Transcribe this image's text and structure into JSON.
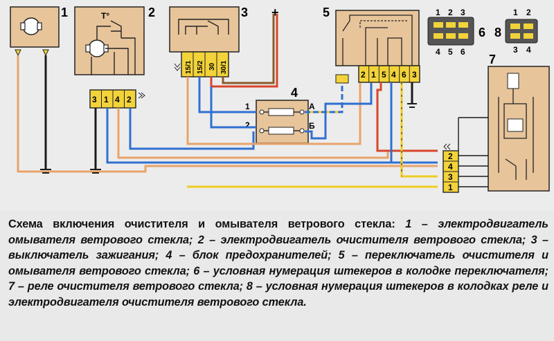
{
  "diagram": {
    "components": {
      "c1": "1",
      "c2": "2",
      "c3": "3",
      "c4": "4",
      "c5": "5",
      "c6": "6",
      "c7": "7",
      "c8": "8"
    },
    "motor2_temp_label": "T°",
    "plug2_pins": [
      "3",
      "1",
      "4",
      "2"
    ],
    "switch3_pins": [
      "15/1",
      "15/2",
      "30",
      "30/1"
    ],
    "fuse_inputs": [
      "1",
      "2"
    ],
    "fuse_outputs": [
      "А",
      "Б"
    ],
    "plug5_pins": [
      "2",
      "1",
      "5",
      "4",
      "6",
      "3"
    ],
    "relay7_pins": [
      "2",
      "4",
      "3",
      "1"
    ],
    "plug6_top": [
      "1",
      "2",
      "3"
    ],
    "plug6_bottom": [
      "4",
      "5",
      "6"
    ],
    "plug8_top": [
      "1",
      "2"
    ],
    "plug8_bottom": [
      "3",
      "4"
    ],
    "plus_sign": "+",
    "colors": {
      "box_fill": "#e7c49a",
      "plug_fill": "#f2d33a",
      "wire_blue": "#2f6fd1",
      "wire_orange": "#e8a36b",
      "wire_red": "#d8452b",
      "wire_brown": "#8a5a2e",
      "wire_yellow": "#f0cc22",
      "wire_black": "#1a1a1a"
    }
  },
  "caption": {
    "lead": "Схема включения очистителя и омывателя ветрового стекла:",
    "desc": "1 – электродвигатель омывателя ветрового стекла; 2 – электродвигатель очистителя ветрового стекла; 3 – выключатель зажигания; 4 – блок предохранителей; 5 – переключатель очистителя и омывателя ветрового стекла; 6 – условная нумерация штекеров в колодке переключателя; 7 – реле очистителя ветрового стекла; 8 – условная нумерация штекеров в колодках реле и электродвигателя очистителя ветрового стекла."
  }
}
